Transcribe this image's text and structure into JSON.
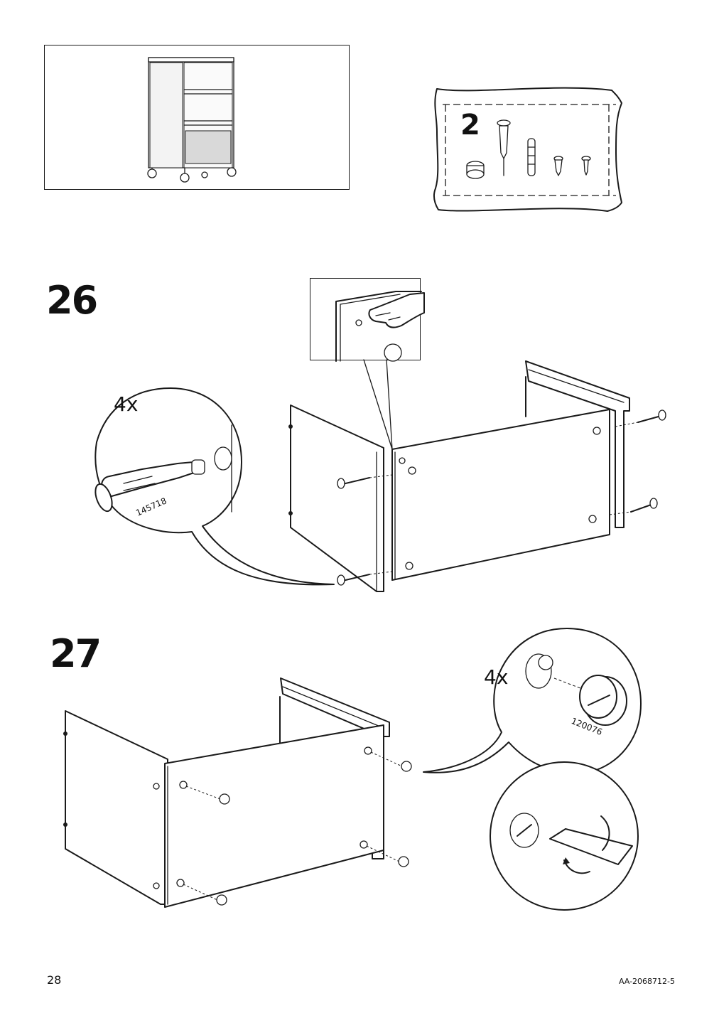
{
  "overview": {
    "bag_number": "2"
  },
  "steps": [
    {
      "number": "26",
      "quantity": "4x",
      "part_number": "145718"
    },
    {
      "number": "27",
      "quantity": "4x",
      "part_number": "120076"
    }
  ],
  "footer": {
    "page_number": "28",
    "document_code": "AA-2068712-5"
  }
}
